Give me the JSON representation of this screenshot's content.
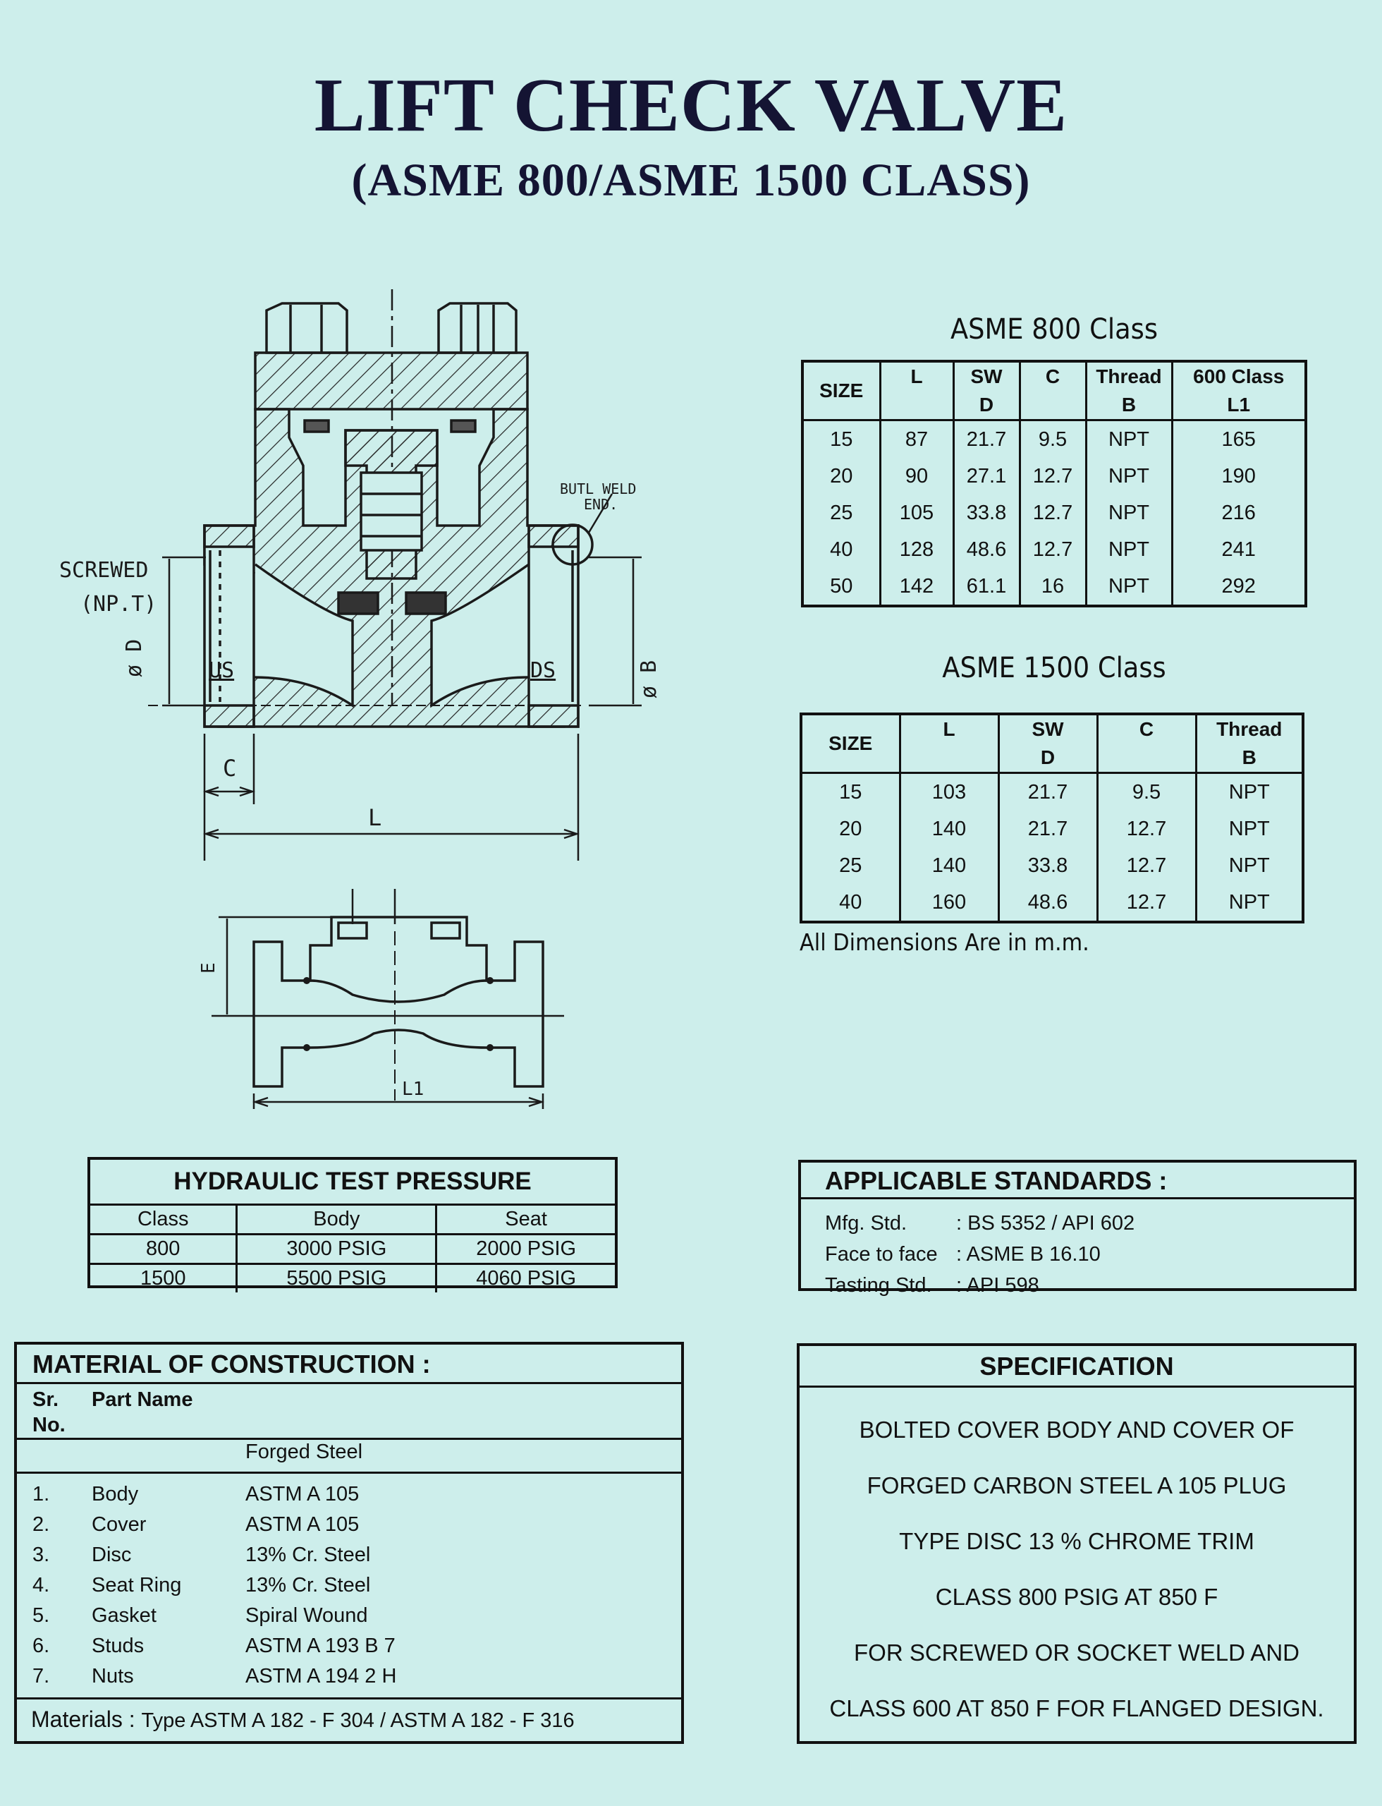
{
  "title": "LIFT CHECK VALVE",
  "subtitle": "(ASME 800/ASME 1500 CLASS)",
  "drawing": {
    "labels": {
      "butt_weld": "BUTL WELD",
      "butt_weld_end": "END.",
      "screwed": "SCREWED",
      "npt": "(NP.T)",
      "dia_d": "ø D",
      "dia_b": "ø B",
      "us": "US",
      "ds": "DS",
      "c": "C",
      "l": "L",
      "e": "E",
      "l1": "L1"
    }
  },
  "asme800": {
    "caption": "ASME 800 Class",
    "headers": [
      [
        "SIZE",
        ""
      ],
      [
        "L",
        ""
      ],
      [
        "SW",
        "D"
      ],
      [
        "C",
        ""
      ],
      [
        "Thread",
        "B"
      ],
      [
        "600 Class",
        "L1"
      ]
    ],
    "rows": [
      [
        "15",
        "87",
        "21.7",
        "9.5",
        "NPT",
        "165"
      ],
      [
        "20",
        "90",
        "27.1",
        "12.7",
        "NPT",
        "190"
      ],
      [
        "25",
        "105",
        "33.8",
        "12.7",
        "NPT",
        "216"
      ],
      [
        "40",
        "128",
        "48.6",
        "12.7",
        "NPT",
        "241"
      ],
      [
        "50",
        "142",
        "61.1",
        "16",
        "NPT",
        "292"
      ]
    ]
  },
  "asme1500": {
    "caption": "ASME 1500 Class",
    "headers": [
      [
        "SIZE",
        ""
      ],
      [
        "L",
        ""
      ],
      [
        "SW",
        "D"
      ],
      [
        "C",
        ""
      ],
      [
        "Thread",
        "B"
      ]
    ],
    "rows": [
      [
        "15",
        "103",
        "21.7",
        "9.5",
        "NPT"
      ],
      [
        "20",
        "140",
        "21.7",
        "12.7",
        "NPT"
      ],
      [
        "25",
        "140",
        "33.8",
        "12.7",
        "NPT"
      ],
      [
        "40",
        "160",
        "48.6",
        "12.7",
        "NPT"
      ]
    ]
  },
  "dim_note": "All Dimensions Are in m.m.",
  "hydraulic": {
    "title": "HYDRAULIC TEST PRESSURE",
    "headers": [
      "Class",
      "Body",
      "Seat"
    ],
    "rows": [
      [
        "800",
        "3000 PSIG",
        "2000 PSIG"
      ],
      [
        "1500",
        "5500 PSIG",
        "4060 PSIG"
      ]
    ]
  },
  "standards": {
    "title": "APPLICABLE  STANDARDS :",
    "rows": [
      {
        "key": "Mfg. Std.",
        "value": ": BS 5352 / API 602"
      },
      {
        "key": "Face to face",
        "value": ": ASME B 16.10"
      },
      {
        "key": "Tasting Std.",
        "value": ": API 598"
      }
    ]
  },
  "materials": {
    "title": "MATERIAL OF CONSTRUCTION :",
    "col_sr": "Sr.",
    "col_no": "No.",
    "col_part": "Part Name",
    "forged": "Forged Steel",
    "items": [
      {
        "no": "1.",
        "part": "Body",
        "material": "ASTM A 105"
      },
      {
        "no": "2.",
        "part": "Cover",
        "material": "ASTM A 105"
      },
      {
        "no": "3.",
        "part": "Disc",
        "material": "13% Cr. Steel"
      },
      {
        "no": "4.",
        "part": "Seat Ring",
        "material": "13% Cr. Steel"
      },
      {
        "no": "5.",
        "part": "Gasket",
        "material": "Spiral Wound"
      },
      {
        "no": "6.",
        "part": "Studs",
        "material": "ASTM A 193 B 7"
      },
      {
        "no": "7.",
        "part": "Nuts",
        "material": "ASTM A 194 2 H"
      }
    ],
    "footer_label": "Materials :",
    "footer_value": "Type  ASTM A 182 - F 304 / ASTM A 182 - F 316"
  },
  "specification": {
    "title": "SPECIFICATION",
    "lines": [
      "BOLTED COVER BODY AND COVER OF",
      "FORGED CARBON STEEL A 105 PLUG",
      "TYPE DISC 13 % CHROME TRIM",
      "CLASS 800 PSIG AT 850 F",
      "FOR SCREWED OR SOCKET WELD AND",
      "CLASS 600 AT 850 F FOR FLANGED DESIGN."
    ]
  }
}
